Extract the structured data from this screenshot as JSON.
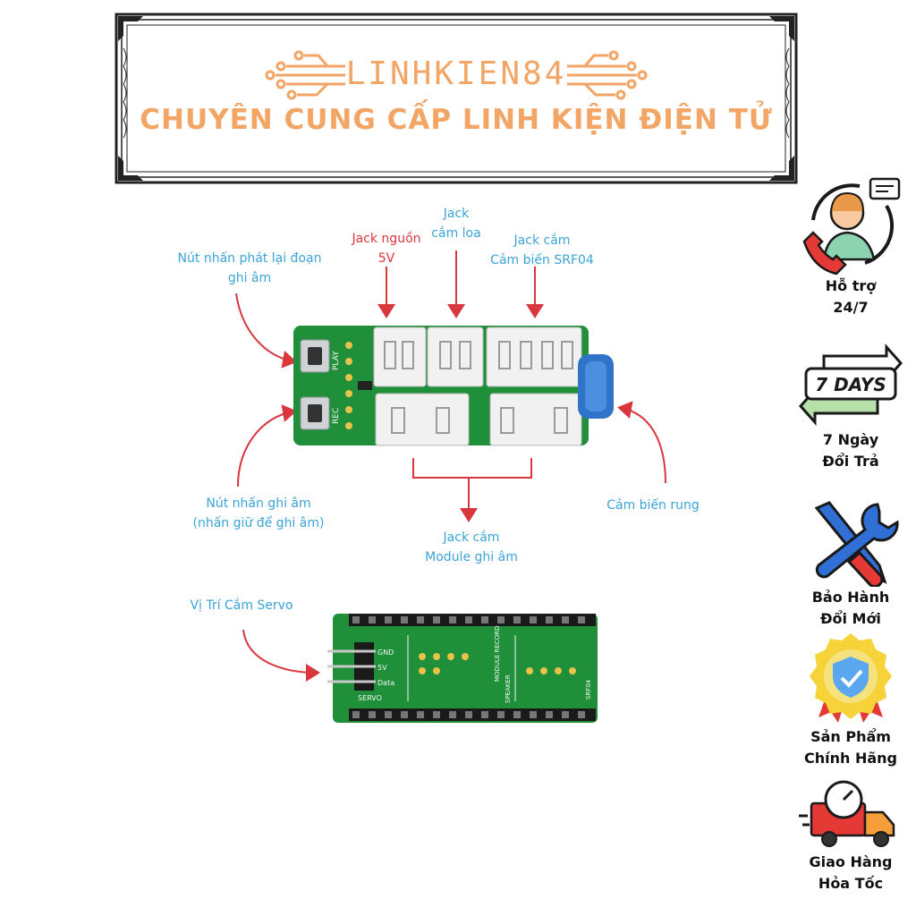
{
  "banner": {
    "brand": "LINHKIEN84",
    "tagline": "CHUYÊN CUNG CẤP LINH KIỆN ĐIỆN TỬ"
  },
  "top_board": {
    "labels": {
      "jack_power": [
        "Jack nguồn",
        "5V"
      ],
      "jack_speaker": [
        "Jack",
        "cắm loa"
      ],
      "jack_srf04": [
        "Jack cắm",
        "Cảm biến SRF04"
      ],
      "play_button": [
        "Nút nhấn phát lại đoạn",
        "ghi âm"
      ],
      "record_button": [
        "Nút nhấn ghi âm",
        "(nhấn giữ để ghi âm)"
      ],
      "record_module": [
        "Jack cắm",
        "Module ghi âm"
      ],
      "vibration_sensor": [
        "Cảm biến rung"
      ]
    },
    "silkscreen": {
      "play": "PLAY",
      "rec": "REC"
    }
  },
  "bottom_board": {
    "label": "Vị Trí Cắm Servo",
    "silkscreen": {
      "servo": "SERVO",
      "pins": [
        "GND",
        "5V",
        "Data"
      ],
      "module_record": "MODULE RECORD",
      "speaker": "SPEAKER",
      "srf04": "SRF04"
    }
  },
  "sidebar": [
    {
      "icon": "support-agent-icon",
      "lines": [
        "Hỗ trợ",
        "24/7"
      ]
    },
    {
      "icon": "seven-days-icon",
      "icon_text": "7 DAYS",
      "lines": [
        "7 Ngày",
        "Đổi Trả"
      ]
    },
    {
      "icon": "tools-icon",
      "lines": [
        "Bảo Hành",
        "Đổi Mới"
      ]
    },
    {
      "icon": "genuine-badge-icon",
      "lines": [
        "Sản Phẩm",
        "Chính Hãng"
      ]
    },
    {
      "icon": "fast-delivery-icon",
      "lines": [
        "Giao Hàng",
        "Hỏa Tốc"
      ]
    }
  ],
  "colors": {
    "brand_orange": "#f2a564",
    "label_blue": "#3ba3d6",
    "label_red": "#d9363e",
    "pcb_green": "#1f8f3a"
  }
}
